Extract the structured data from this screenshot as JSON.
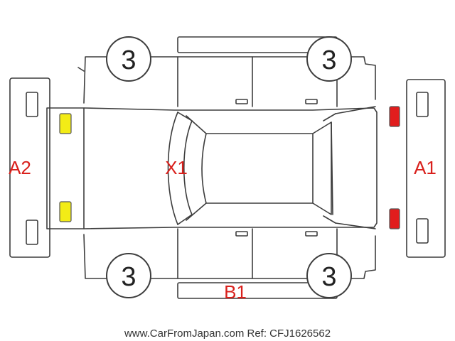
{
  "labels": {
    "a2": "A2",
    "a1": "A1",
    "x1": "X1",
    "b1": "B1"
  },
  "wheels": {
    "front_left": "3",
    "front_right": "3",
    "rear_left": "3",
    "rear_right": "3"
  },
  "marks": {
    "front_color": "#f3ec16",
    "rear_color": "#e11d1d"
  },
  "watermark": "www.CarFromJapan.com Ref: CFJ1626562"
}
